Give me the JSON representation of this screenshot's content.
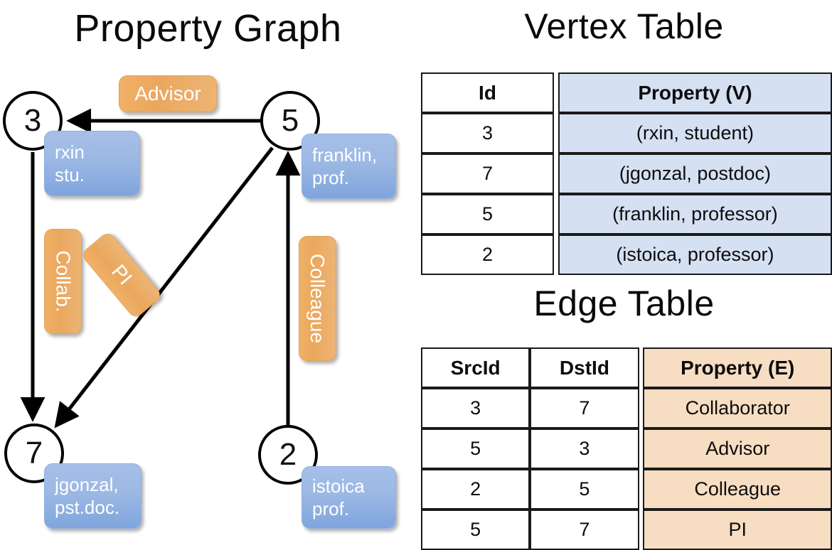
{
  "titles": {
    "graph": "Property Graph",
    "vertex_table": "Vertex Table",
    "edge_table": "Edge Table"
  },
  "colors": {
    "vertex_property_fill": "#d5e0f2",
    "edge_property_fill": "#f7ddc2",
    "node_box_blue": "#9cb8e4",
    "edge_box_orange": "#eaa85e",
    "stroke": "#000000"
  },
  "graph": {
    "vertices": [
      {
        "id": "3",
        "label_line1": "rxin",
        "label_line2": "stu."
      },
      {
        "id": "5",
        "label_line1": "franklin,",
        "label_line2": "prof."
      },
      {
        "id": "7",
        "label_line1": "jgonzal,",
        "label_line2": "pst.doc."
      },
      {
        "id": "2",
        "label_line1": "istoica",
        "label_line2": "prof."
      }
    ],
    "edge_labels": [
      {
        "name": "advisor",
        "text": "Advisor"
      },
      {
        "name": "collab",
        "text": "Collab."
      },
      {
        "name": "pi",
        "text": "PI"
      },
      {
        "name": "colleague",
        "text": "Colleague"
      }
    ]
  },
  "vertex_table": {
    "headers": [
      "Id",
      "Property (V)"
    ],
    "rows": [
      {
        "id": "3",
        "property": "(rxin, student)"
      },
      {
        "id": "7",
        "property": "(jgonzal, postdoc)"
      },
      {
        "id": "5",
        "property": "(franklin, professor)"
      },
      {
        "id": "2",
        "property": "(istoica, professor)"
      }
    ]
  },
  "edge_table": {
    "headers": [
      "SrcId",
      "DstId",
      "Property (E)"
    ],
    "rows": [
      {
        "src": "3",
        "dst": "7",
        "property": "Collaborator"
      },
      {
        "src": "5",
        "dst": "3",
        "property": "Advisor"
      },
      {
        "src": "2",
        "dst": "5",
        "property": "Colleague"
      },
      {
        "src": "5",
        "dst": "7",
        "property": "PI"
      }
    ]
  }
}
